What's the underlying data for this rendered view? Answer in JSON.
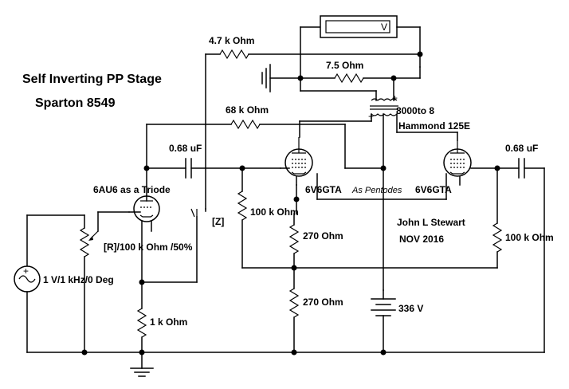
{
  "title": {
    "line1": "Self Inverting PP Stage",
    "line2": "Sparton 8549"
  },
  "author": {
    "name": "John L Stewart",
    "date": "NOV 2016"
  },
  "components": {
    "r_input_feedback": "4.7 k Ohm",
    "r_load": "7.5  Ohm",
    "r_feedback": "68 k Ohm",
    "transformer_ratio": "8000to 8",
    "transformer_model": "Hammond 125E",
    "cap_left": "0.68 uF",
    "cap_right": "0.68 uF",
    "triode": "6AU6  as a Triode",
    "tube_left": "6V6GTA",
    "tube_right": "6V6GTA",
    "pentode_note": "As Pentodes",
    "r_grid_left": "100 k Ohm",
    "r_grid_right": "100 k Ohm",
    "r_cathode_upper": "270  Ohm",
    "r_cathode_lower": "270  Ohm",
    "pot": "[R]/100 k Ohm /50%",
    "switch_key": "[Z]",
    "source": "1 V/1 kHz/0 Deg",
    "r_triode_cathode": "1 k Ohm",
    "battery": "336 V",
    "voltmeter_unit": "V"
  }
}
